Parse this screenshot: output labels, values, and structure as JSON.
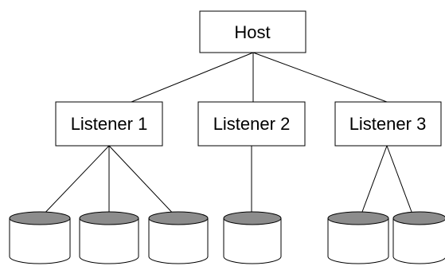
{
  "host": {
    "label": "Host"
  },
  "listeners": [
    {
      "label": "Listener 1",
      "databases": 3
    },
    {
      "label": "Listener 2",
      "databases": 1
    },
    {
      "label": "Listener 3",
      "databases": 2
    }
  ],
  "colors": {
    "line": "#000000",
    "box_fill": "#ffffff",
    "cylinder_top": "#8c8c8c",
    "cylinder_body": "#ffffff"
  }
}
